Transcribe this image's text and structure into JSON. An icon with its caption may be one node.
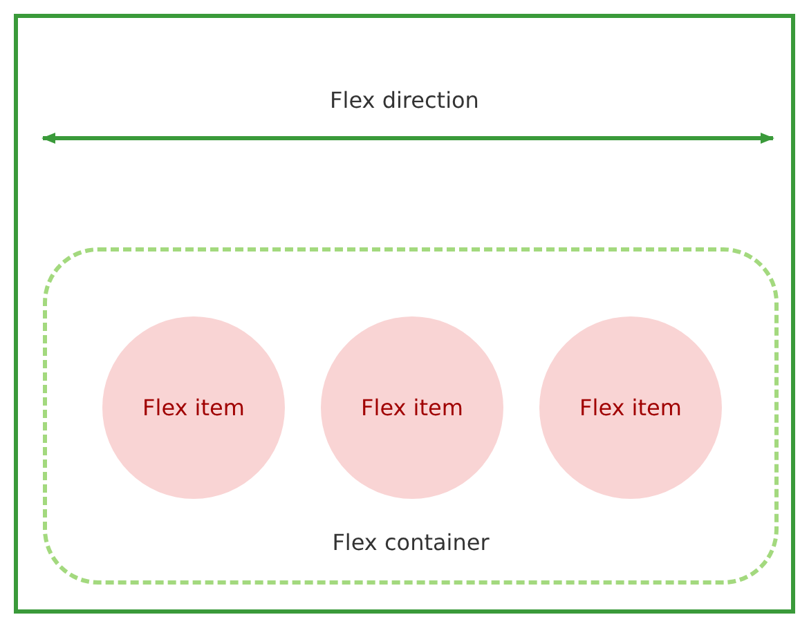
{
  "diagram": {
    "nodes": [
      {
        "text": [],
        "shape": "box"
      },
      {
        "text": [
          "Flex container"
        ],
        "in": 0
      },
      {
        "text": [
          "Flex item"
        ],
        "in": 1
      },
      {
        "text": [
          "Flex item"
        ],
        "in": 1
      },
      {
        "text": [
          "Flex item"
        ],
        "in": 1
      }
    ],
    "edges": [],
    "labels": [
      "Flex direction"
    ]
  }
}
